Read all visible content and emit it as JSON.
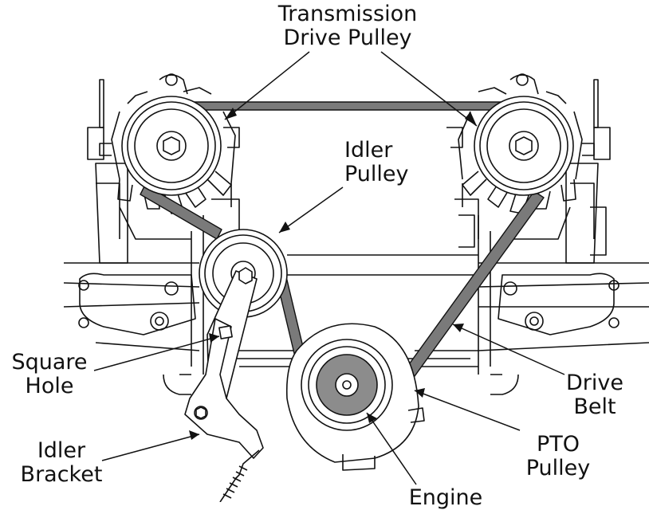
{
  "labels": {
    "transmission_drive_pulley": [
      "Transmission",
      "Drive Pulley"
    ],
    "idler_pulley": [
      "Idler",
      "Pulley"
    ],
    "square_hole": [
      "Square",
      "Hole"
    ],
    "idler_bracket": [
      "Idler",
      "Bracket"
    ],
    "drive_belt": [
      "Drive",
      "Belt"
    ],
    "pto_pulley": [
      "PTO",
      "Pulley"
    ],
    "engine": [
      "Engine"
    ]
  },
  "colors": {
    "line": "#111111",
    "belt": "#7a7a7a",
    "hub_fill": "#8c8c8c",
    "background": "#ffffff"
  }
}
